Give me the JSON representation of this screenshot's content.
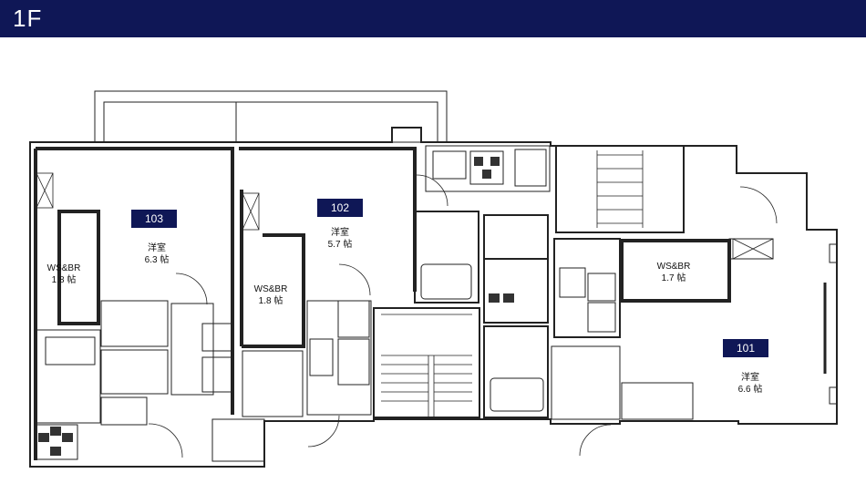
{
  "header": {
    "floor": "1F",
    "color": "#0f1756"
  },
  "units": [
    {
      "number": "103",
      "room_type": "洋室",
      "room_size": "6.3 帖",
      "closet_label": "WS&BR",
      "closet_size": "1.8 帖"
    },
    {
      "number": "102",
      "room_type": "洋室",
      "room_size": "5.7 帖",
      "closet_label": "WS&BR",
      "closet_size": "1.8 帖"
    },
    {
      "number": "101",
      "room_type": "洋室",
      "room_size": "6.6 帖",
      "closet_label": "WS&BR",
      "closet_size": "1.7 帖"
    }
  ]
}
